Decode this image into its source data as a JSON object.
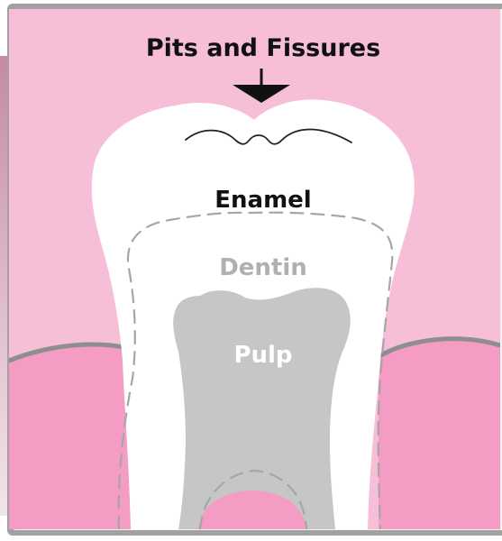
{
  "labels": {
    "pits_and_fissures": "Pits and Fissures",
    "enamel": "Enamel",
    "dentin": "Dentin",
    "pulp": "Pulp"
  },
  "colors": {
    "background": "#f7bfd7",
    "gum": "#f49cc3",
    "gum_outline": "#8e8e8e",
    "enamel": "#ffffff",
    "pulp": "#c6c6c6",
    "dentin_label": "#b0b0b0",
    "frame": "#a1a1a1",
    "frame_light": "#f3f3f3",
    "text_dark": "#111111",
    "text_light": "#ffffff"
  },
  "icons": {
    "pointer": "down-arrow-icon",
    "groove": "fissure-line"
  }
}
